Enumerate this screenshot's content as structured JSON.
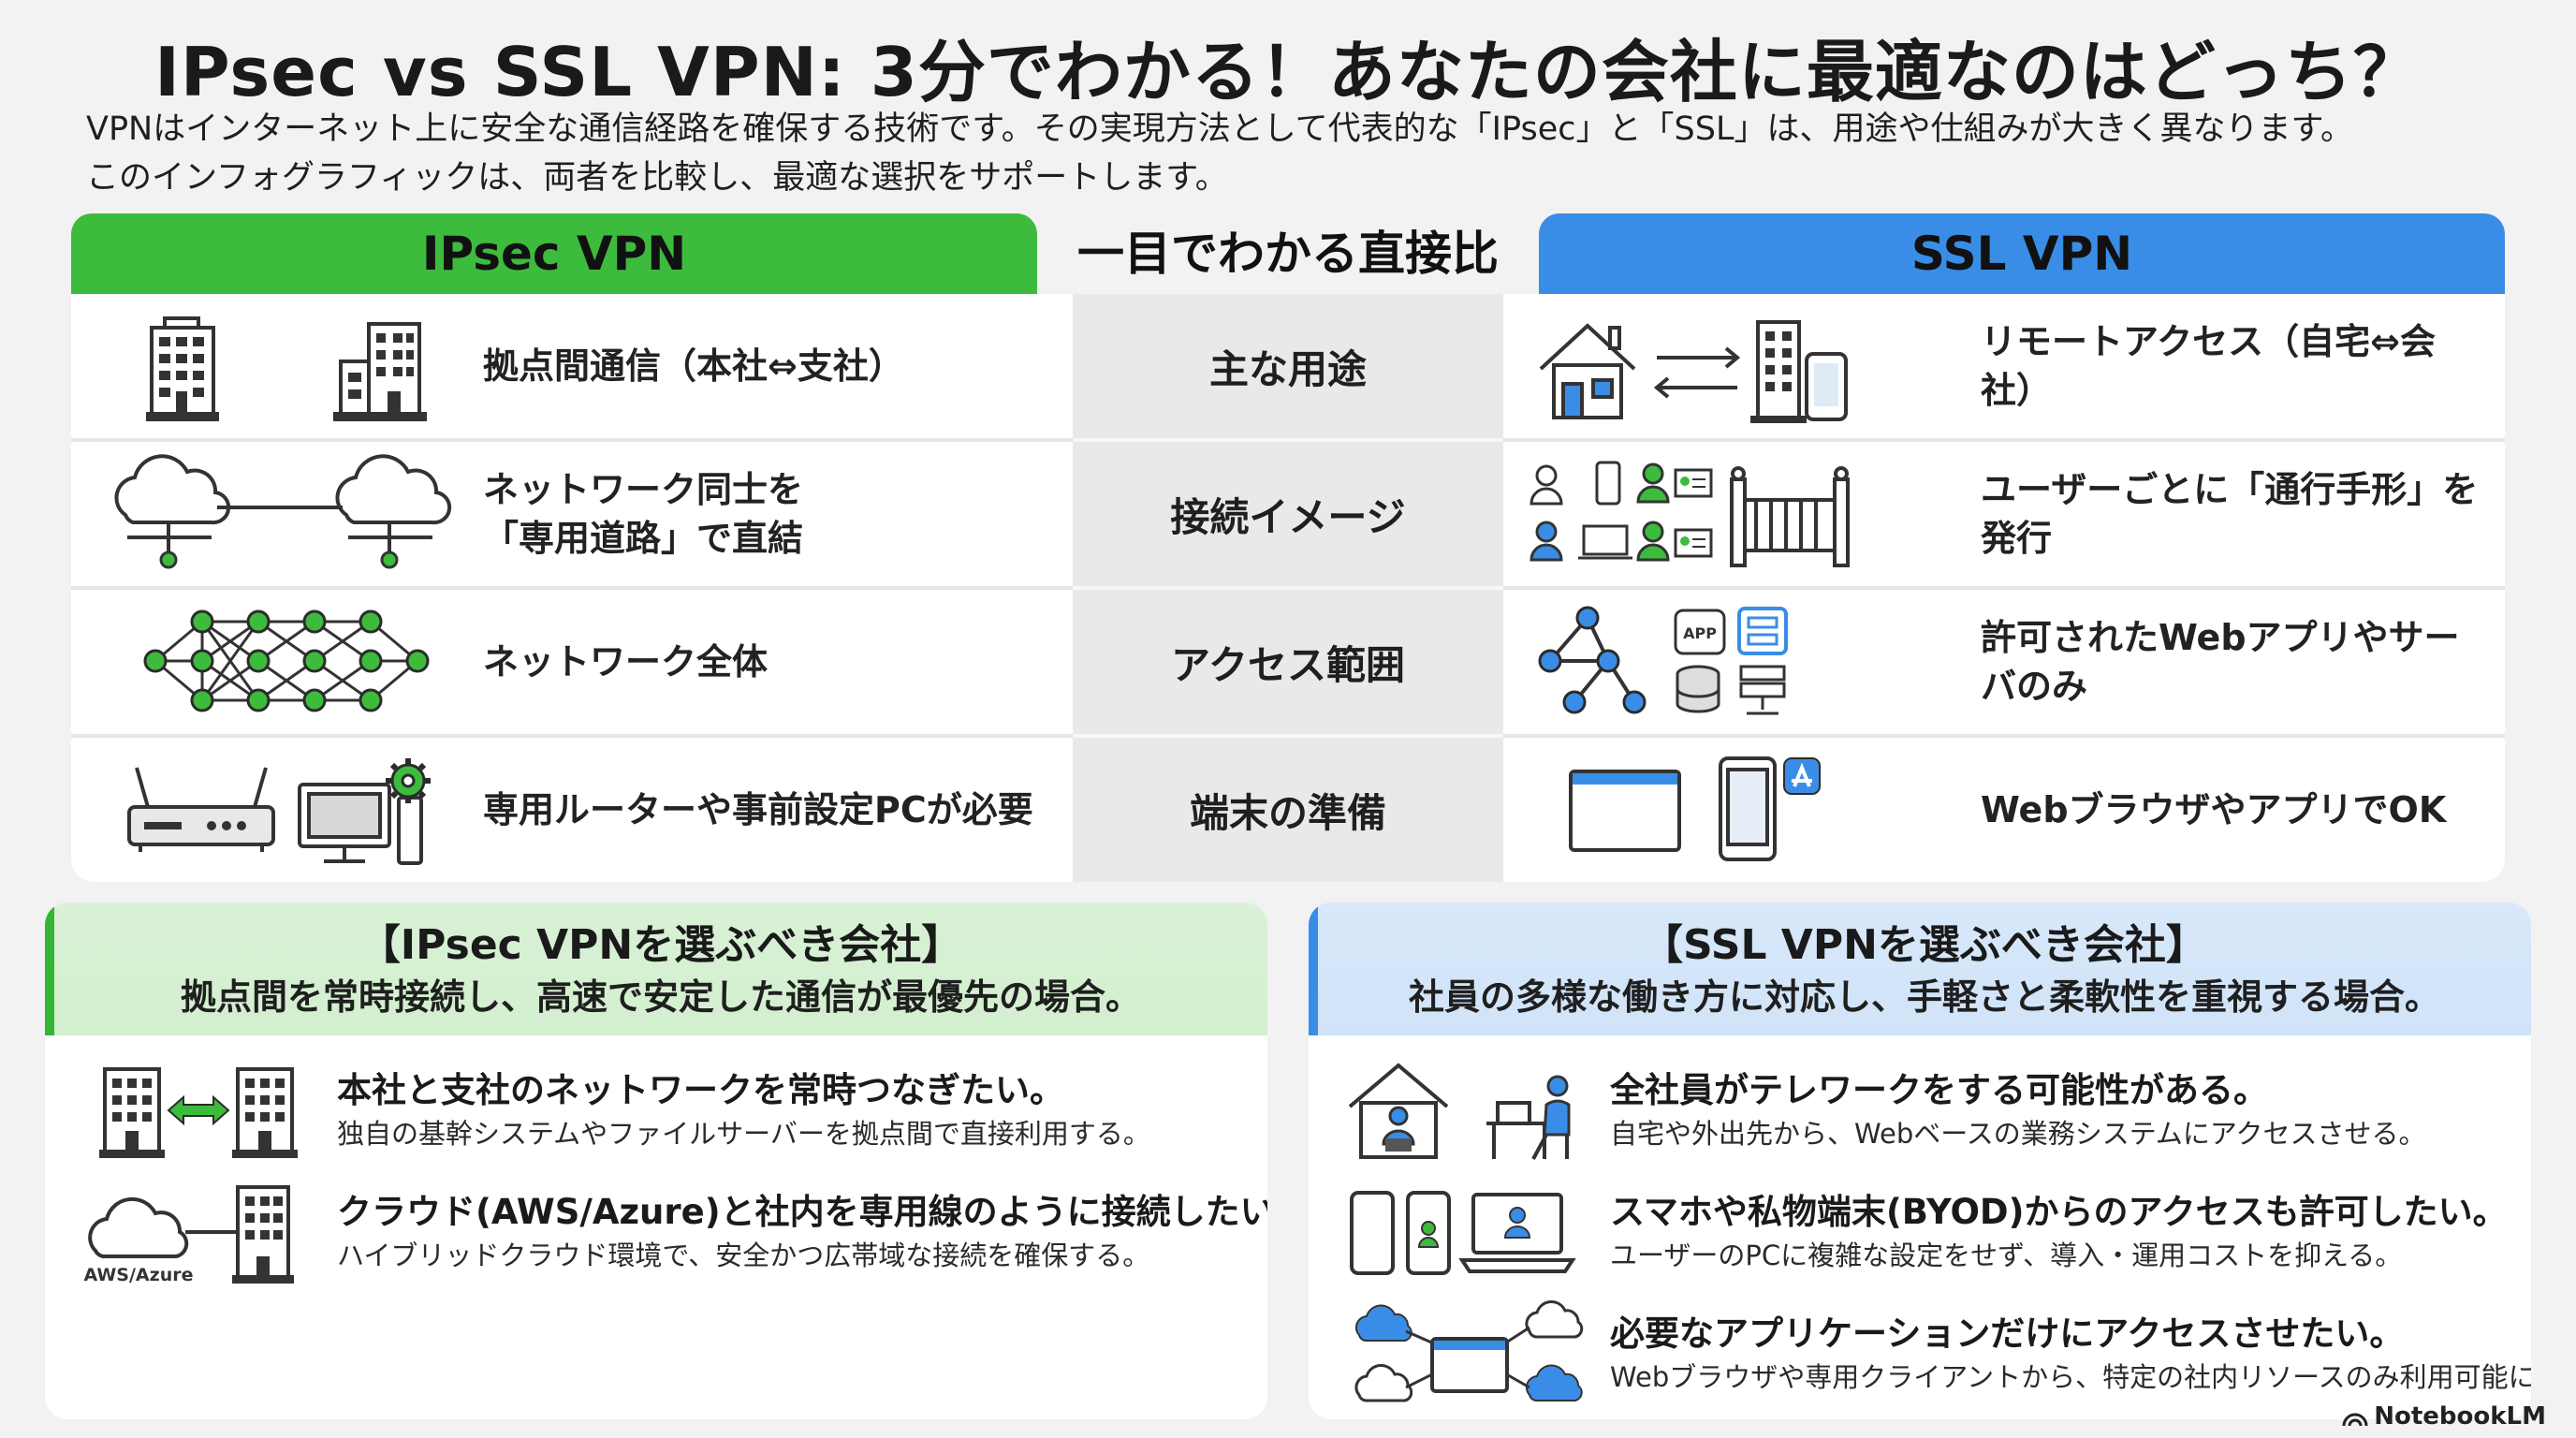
{
  "title": "IPsec vs SSL VPN: 3分でわかる！あなたの会社に最適なのはどっち？",
  "intro": [
    "VPNはインターネット上に安全な通信経路を確保する技術です。その実現方法として代表的な「IPsec」と「SSL」は、用途や仕組みが大きく異なります。",
    "このインフォグラフィックは、両者を比較し、最適な選択をサポートします。"
  ],
  "comparison": {
    "left_header": "IPsec VPN",
    "mid_header": "一目でわかる直接比較",
    "right_header": "SSL VPN",
    "rows": [
      {
        "category": "主な用途",
        "ipsec": [
          "拠点間通信（本社⇔支社）"
        ],
        "ssl": [
          "リモートアクセス（自宅⇔会社）"
        ]
      },
      {
        "category": "接続イメージ",
        "ipsec": [
          "ネットワーク同士を",
          "「専用道路」で直結"
        ],
        "ssl": [
          "ユーザーごとに「通行手形」を発行"
        ]
      },
      {
        "category": "アクセス範囲",
        "ipsec": [
          "ネットワーク全体"
        ],
        "ssl": [
          "許可されたWebアプリやサーバのみ"
        ]
      },
      {
        "category": "端末の準備",
        "ipsec": [
          "専用ルーターや事前設定PCが必要"
        ],
        "ssl": [
          "WebブラウザやアプリでOK"
        ]
      }
    ],
    "icon_labels": {
      "app": "APP"
    }
  },
  "ipsec_panel": {
    "heading": "【IPsec VPNを選ぶべき会社】",
    "subheading": "拠点間を常時接続し、高速で安定した通信が最優先の場合。",
    "items": [
      {
        "title": "本社と支社のネットワークを常時つなぎたい。",
        "desc": "独自の基幹システムやファイルサーバーを拠点間で直接利用する。"
      },
      {
        "title": "クラウド(AWS/Azure)と社内を専用線のように接続したい。",
        "desc": "ハイブリッドクラウド環境で、安全かつ広帯域な接続を確保する。",
        "icon_label": "AWS/Azure"
      }
    ]
  },
  "ssl_panel": {
    "heading": "【SSL VPNを選ぶべき会社】",
    "subheading": "社員の多様な働き方に対応し、手軽さと柔軟性を重視する場合。",
    "items": [
      {
        "title": "全社員がテレワークをする可能性がある。",
        "desc": "自宅や外出先から、Webベースの業務システムにアクセスさせる。"
      },
      {
        "title": "スマホや私物端末(BYOD)からのアクセスも許可したい。",
        "desc": "ユーザーのPCに複雑な設定をせず、導入・運用コストを抑える。"
      },
      {
        "title": "必要なアプリケーションだけにアクセスさせたい。",
        "desc": "Webブラウザや専用クライアントから、特定の社内リソースのみ利用可能にする。"
      }
    ]
  },
  "brand": "NotebookLM",
  "colors": {
    "ipsec": "#3dbb3d",
    "ssl": "#3a8de6"
  }
}
